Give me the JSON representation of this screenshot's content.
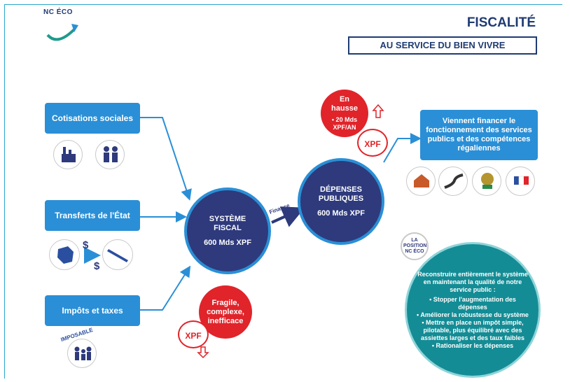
{
  "logo": {
    "text": "NC ÉCO"
  },
  "title": "FISCALITÉ",
  "subtitle": "AU SERVICE DU BIEN VIVRE",
  "sources": {
    "cotisations": "Cotisations sociales",
    "transferts": "Transferts de l'État",
    "impots": "Impôts et taxes"
  },
  "systeme": {
    "title": "SYSTÈME FISCAL",
    "amount": "600 Mds XPF"
  },
  "finance_label": "Finance",
  "depenses": {
    "title": "DÉPENSES PUBLIQUES",
    "amount": "600 Mds XPF"
  },
  "hausse": {
    "line1": "En hausse",
    "line2": "• 20 Mds XPF/AN"
  },
  "fragile": {
    "text": "Fragile, complexe, inefficace"
  },
  "xpf_label": "XPF",
  "financer": "Viennent financer le fonctionnement des services publics et des compétences régaliennes",
  "position_label": "LA POSITION NC ÉCO",
  "position_text": {
    "intro": "Reconstruire entièrement le système en maintenant la qualité de notre service public :",
    "items": [
      "• Stopper l'augmentation des dépenses",
      "• Améliorer la robustesse du système",
      "• Mettre en place un impôt simple, pilotable, plus équilibré avec des assiettes larges et des taux faibles",
      "• Rationaliser les dépenses"
    ]
  },
  "impossible_label": "IMPOSABLE",
  "colors": {
    "navy": "#2e3a7c",
    "blue": "#2a8fd6",
    "red": "#e0242a",
    "teal": "#148c95"
  }
}
